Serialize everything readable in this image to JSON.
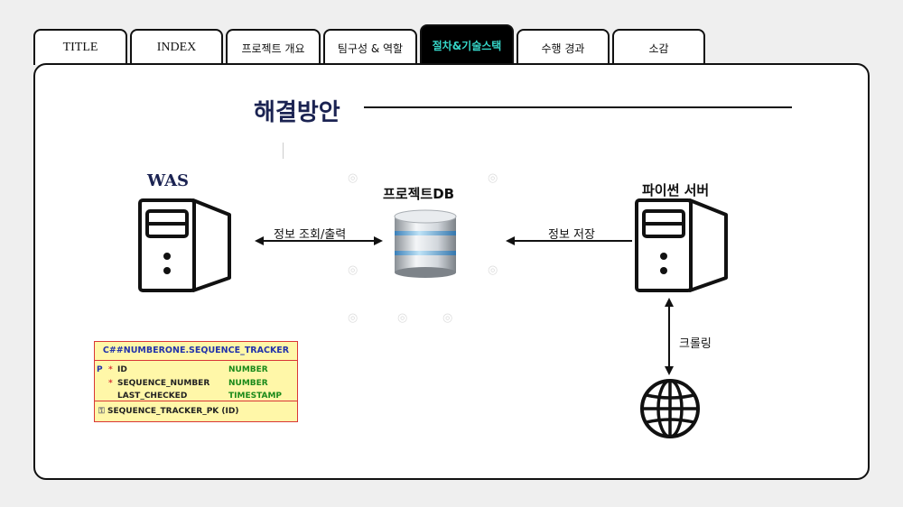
{
  "tabs": [
    "TITLE",
    "INDEX",
    "프로젝트 개요",
    "팀구성 & 역할",
    "절차&기술스택",
    "수행 경과",
    "소감"
  ],
  "title": "해결방안",
  "nodes": {
    "was": "WAS",
    "db": "프로젝트DB",
    "python": "파이썬 서버"
  },
  "edges": {
    "was_db": "정보 조회/출력",
    "python_db": "정보 저장",
    "crawl": "크롤링"
  },
  "erd": {
    "table_name": "C##NUMBERONE.SEQUENCE_TRACKER",
    "columns": [
      {
        "key": "P",
        "req": "*",
        "name": "ID",
        "type": "NUMBER"
      },
      {
        "key": "",
        "req": "*",
        "name": "SEQUENCE_NUMBER",
        "type": "NUMBER"
      },
      {
        "key": "",
        "req": "",
        "name": "LAST_CHECKED",
        "type": "TIMESTAMP"
      }
    ],
    "index": "SEQUENCE_TRACKER_PK (ID)"
  },
  "colors": {
    "active_tab_text": "#36d6c8",
    "title": "#1b2352",
    "erd_bg": "#fff7a8",
    "erd_border": "#d93636"
  }
}
